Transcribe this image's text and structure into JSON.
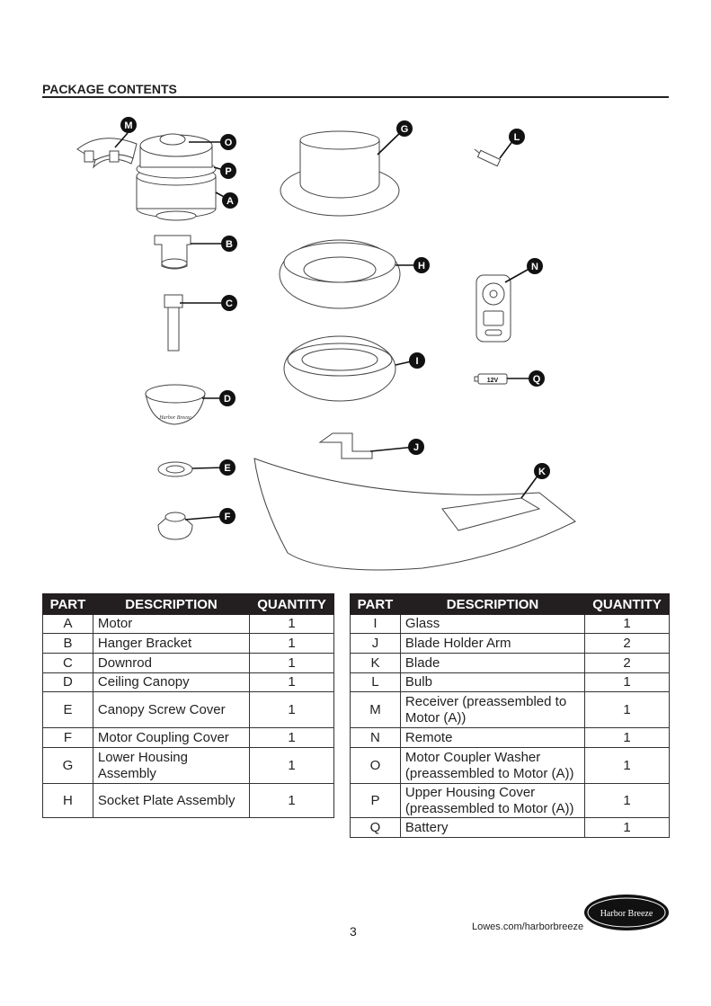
{
  "header": {
    "title": "PACKAGE CONTENTS"
  },
  "diagram": {
    "callouts": [
      "A",
      "B",
      "C",
      "D",
      "E",
      "F",
      "G",
      "H",
      "I",
      "J",
      "K",
      "L",
      "M",
      "N",
      "O",
      "P",
      "Q"
    ],
    "battery_label": "12V",
    "canopy_brand_mark": "Harbor Breeze"
  },
  "table_left": {
    "headers": [
      "PART",
      "DESCRIPTION",
      "QUANTITY"
    ],
    "rows": [
      {
        "part": "A",
        "description": "Motor",
        "quantity": "1"
      },
      {
        "part": "B",
        "description": "Hanger Bracket",
        "quantity": "1"
      },
      {
        "part": "C",
        "description": "Downrod",
        "quantity": "1"
      },
      {
        "part": "D",
        "description": "Ceiling Canopy",
        "quantity": "1"
      },
      {
        "part": "E",
        "description": "Canopy Screw Cover",
        "quantity": "1"
      },
      {
        "part": "F",
        "description": "Motor Coupling Cover",
        "quantity": "1"
      },
      {
        "part": "G",
        "description": "Lower Housing Assembly",
        "quantity": "1"
      },
      {
        "part": "H",
        "description": "Socket Plate Assembly",
        "quantity": "1"
      }
    ]
  },
  "table_right": {
    "headers": [
      "PART",
      "DESCRIPTION",
      "QUANTITY"
    ],
    "rows": [
      {
        "part": "I",
        "description": "Glass",
        "quantity": "1"
      },
      {
        "part": "J",
        "description": "Blade Holder Arm",
        "quantity": "2"
      },
      {
        "part": "K",
        "description": "Blade",
        "quantity": "2"
      },
      {
        "part": "L",
        "description": "Bulb",
        "quantity": "1"
      },
      {
        "part": "M",
        "description": "Receiver (preassembled to Motor (A))",
        "quantity": "1"
      },
      {
        "part": "N",
        "description": "Remote",
        "quantity": "1"
      },
      {
        "part": "O",
        "description": "Motor Coupler Washer (preassembled to Motor (A))",
        "quantity": "1"
      },
      {
        "part": "P",
        "description": "Upper Housing Cover (preassembled to Motor (A))",
        "quantity": "1"
      },
      {
        "part": "Q",
        "description": "Battery",
        "quantity": "1"
      }
    ]
  },
  "footer": {
    "page_number": "3",
    "website": "Lowes.com/harborbreeze",
    "brand_logo": "Harbor Breeze"
  }
}
